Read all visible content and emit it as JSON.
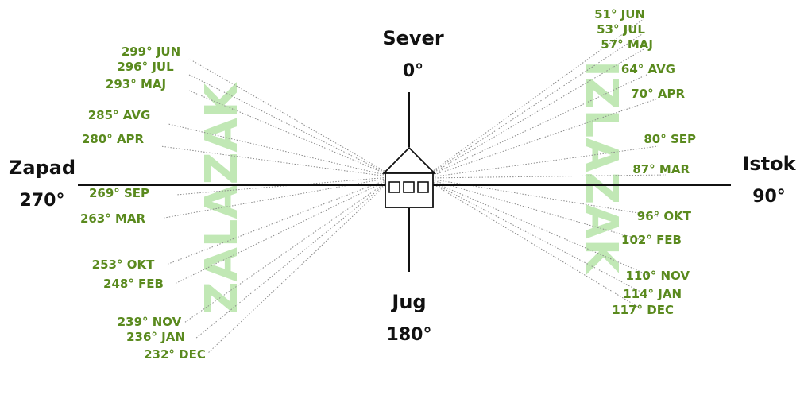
{
  "cardinals": {
    "north": {
      "name": "Sever",
      "degrees": "0°"
    },
    "south": {
      "name": "Jug",
      "degrees": "180°"
    },
    "west": {
      "name": "Zapad",
      "degrees": "270°"
    },
    "east": {
      "name": "Istok",
      "degrees": "90°"
    }
  },
  "watermarks": {
    "west": "ZALAZAK",
    "east": "IZLAZAK"
  },
  "colors": {
    "label": "#5a8a1e",
    "watermark": "#8fd67a",
    "axis": "#111111",
    "ray": "#8a8a8a"
  },
  "sunrise": [
    {
      "azimuth": 51,
      "month": "JUN",
      "text": "51° JUN"
    },
    {
      "azimuth": 53,
      "month": "JUL",
      "text": "53° JUL"
    },
    {
      "azimuth": 57,
      "month": "MAJ",
      "text": "57° MAJ"
    },
    {
      "azimuth": 64,
      "month": "AVG",
      "text": "64° AVG"
    },
    {
      "azimuth": 70,
      "month": "APR",
      "text": "70° APR"
    },
    {
      "azimuth": 80,
      "month": "SEP",
      "text": "80° SEP"
    },
    {
      "azimuth": 87,
      "month": "MAR",
      "text": "87° MAR"
    },
    {
      "azimuth": 96,
      "month": "OKT",
      "text": "96° OKT"
    },
    {
      "azimuth": 102,
      "month": "FEB",
      "text": "102° FEB"
    },
    {
      "azimuth": 110,
      "month": "NOV",
      "text": "110° NOV"
    },
    {
      "azimuth": 114,
      "month": "JAN",
      "text": "114° JAN"
    },
    {
      "azimuth": 117,
      "month": "DEC",
      "text": "117° DEC"
    }
  ],
  "sunset": [
    {
      "azimuth": 299,
      "month": "JUN",
      "text": "299° JUN"
    },
    {
      "azimuth": 296,
      "month": "JUL",
      "text": "296° JUL"
    },
    {
      "azimuth": 293,
      "month": "MAJ",
      "text": "293° MAJ"
    },
    {
      "azimuth": 285,
      "month": "AVG",
      "text": "285° AVG"
    },
    {
      "azimuth": 280,
      "month": "APR",
      "text": "280° APR"
    },
    {
      "azimuth": 269,
      "month": "SEP",
      "text": "269° SEP"
    },
    {
      "azimuth": 263,
      "month": "MAR",
      "text": "263° MAR"
    },
    {
      "azimuth": 253,
      "month": "OKT",
      "text": "253° OKT"
    },
    {
      "azimuth": 248,
      "month": "FEB",
      "text": "248° FEB"
    },
    {
      "azimuth": 239,
      "month": "NOV",
      "text": "239° NOV"
    },
    {
      "azimuth": 236,
      "month": "JAN",
      "text": "236° JAN"
    },
    {
      "azimuth": 232,
      "month": "DEC",
      "text": "232° DEC"
    }
  ]
}
